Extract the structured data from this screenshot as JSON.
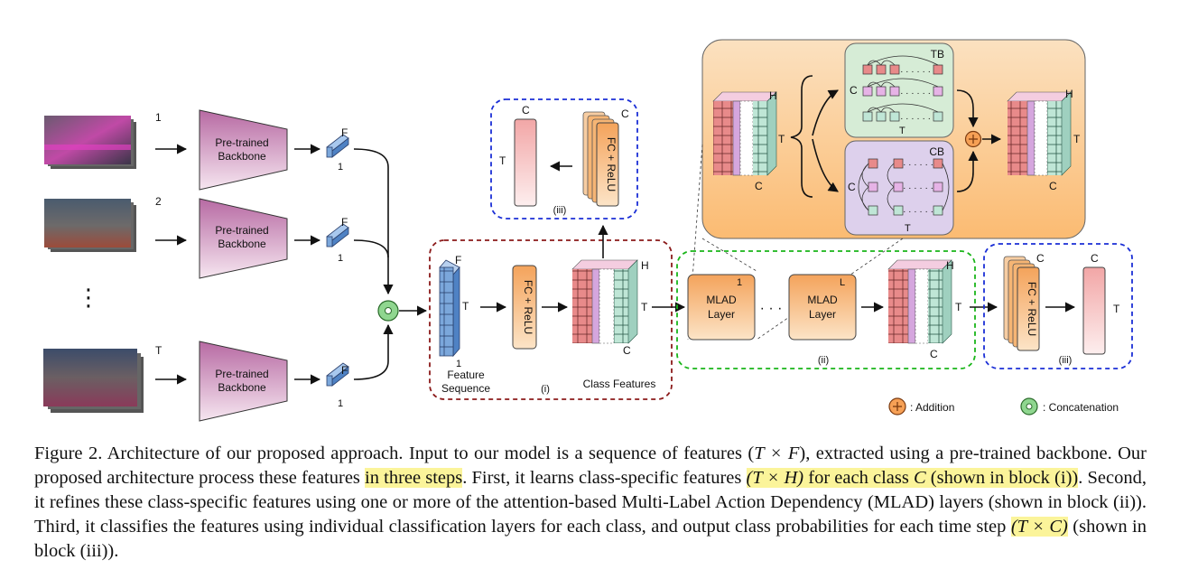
{
  "figure": {
    "frame_indices": [
      "1",
      "2",
      "T"
    ],
    "backbone_label_line1": "Pre-trained",
    "backbone_label_line2": "Backbone",
    "feat_dim_label": "F",
    "feat_len_label": "1",
    "vertical_ellipsis": "⋮",
    "feature_sequence": {
      "dim": "F",
      "time": "T",
      "len": "1",
      "caption_line1": "Feature",
      "caption_line2": "Sequence"
    },
    "fc_relu_label": "FC + ReLU",
    "class_features": {
      "dim": "H",
      "time": "T",
      "classes": "C",
      "caption": "Class Features"
    },
    "block_i_label": "(i)",
    "block_ii_label": "(ii)",
    "block_iii_label": "(iii)",
    "output": {
      "classes": "C",
      "time": "T"
    },
    "mlad": {
      "label_line1": "MLAD",
      "label_line2": "Layer",
      "first_index": "1",
      "last_index": "L",
      "ellipsis": "· · ·"
    },
    "zoom": {
      "tb_label": "TB",
      "cb_label": "CB",
      "axis_c": "C",
      "axis_t": "T",
      "axis_h": "H",
      "dots": "· · · · · ·"
    },
    "legend": {
      "addition": ": Addition",
      "concatenation": ": Concatenation"
    },
    "colors": {
      "backbone": "#c98fb7",
      "feature_blue": "#7ba7db",
      "fc_orange": "#f6b574",
      "red_border": "#8b1a1a",
      "blue_border": "#1b2fd6",
      "green_border": "#19b519",
      "zoom_bg": "#fcc98f",
      "tb_bg": "#d6ecd6",
      "cb_bg": "#ddd0ec"
    }
  },
  "caption": {
    "prefix": "Figure 2. Architecture of our proposed approach. Input to our model is a sequence of features (",
    "m1": "T × F",
    "s1": "), extracted using a pre-trained backbone. Our proposed architecture process these features ",
    "hl1": "in three steps",
    "s2": ". First, it learns class-specific features ",
    "hl2_math": "(T × H)",
    "hl2_text": " for each class ",
    "hl2_math2": "C",
    "hl2_text2": " (shown in block (i))",
    "s3": ". Second, it refines these class-specific features using one or more of the attention-based Multi-Label Action Dependency (MLAD) layers (shown in block (ii)). Third, it classifies the features using individual classification layers for each class, and output class probabilities for each time step ",
    "hl3_math": "(T × C)",
    "s4": " (shown in block (iii))."
  }
}
